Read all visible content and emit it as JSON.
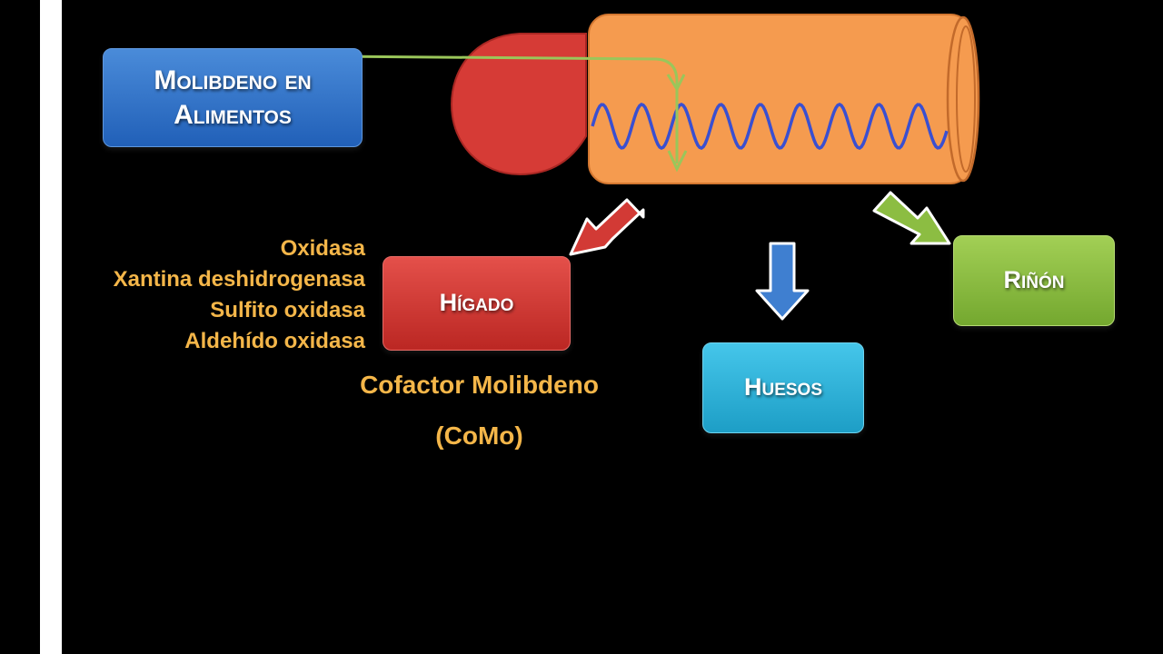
{
  "nodes": {
    "food": {
      "line1": "Molibdeno en",
      "line2": "Alimentos",
      "color": "#2f72c9"
    },
    "liver": {
      "label": "Hígado",
      "color": "#d23a35"
    },
    "bones": {
      "label": "Huesos",
      "color": "#2fb2dc"
    },
    "kidney": {
      "label": "Riñón",
      "color": "#8cbd42"
    }
  },
  "enzymes": [
    "Oxidasa",
    "Xantina deshidrogenasa",
    "Sulfito oxidasa",
    "Aldehído oxidasa"
  ],
  "cofactor": {
    "line1": "Cofactor Molibdeno",
    "line2": "(CoMo)"
  },
  "colors": {
    "background": "#000000",
    "intestine": "#f59b4f",
    "stomach": "#d63b36",
    "wave": "#3a4fd0",
    "text_accent": "#f4b649"
  },
  "icons": [
    "stomach-shape",
    "intestine-tube",
    "wave-line",
    "arrow-to-liver",
    "arrow-to-bones",
    "arrow-to-kidney"
  ]
}
